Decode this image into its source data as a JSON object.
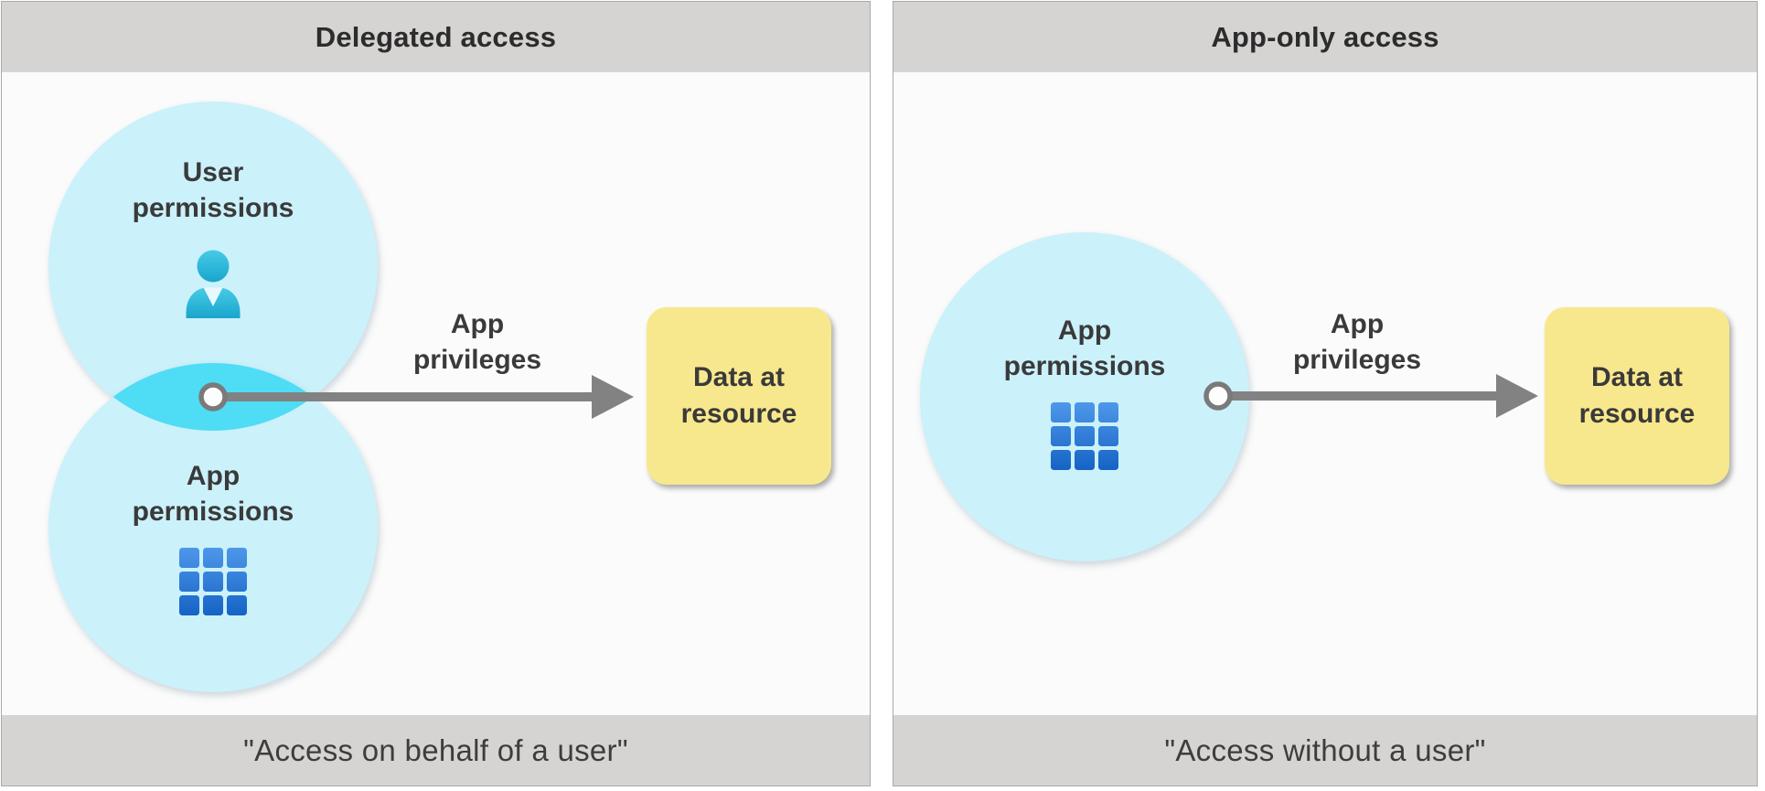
{
  "panels": [
    {
      "title": "Delegated access",
      "caption": "\"Access on behalf of a user\"",
      "circle_user": {
        "line1": "User",
        "line2": "permissions",
        "icon": "user-icon"
      },
      "circle_app": {
        "line1": "App",
        "line2": "permissions",
        "icon": "app-grid-icon"
      },
      "arrow_label": {
        "line1": "App",
        "line2": "privileges"
      },
      "resource_box": {
        "line1": "Data at",
        "line2": "resource"
      }
    },
    {
      "title": "App-only access",
      "caption": "\"Access without a user\"",
      "circle_app": {
        "line1": "App",
        "line2": "permissions",
        "icon": "app-grid-icon"
      },
      "arrow_label": {
        "line1": "App",
        "line2": "privileges"
      },
      "resource_box": {
        "line1": "Data at",
        "line2": "resource"
      }
    }
  ],
  "colors": {
    "panel-border": "#a9a9a9",
    "bar-bg": "#d6d4d2",
    "content-bg": "#fbfbfb",
    "circle-fill": "#cbf1fb",
    "overlap-fill": "#4fdcf5",
    "arrow-gray": "#828282",
    "connector-dot-ring": "#7a7a7a",
    "connector-dot-fill": "#fdfdfd",
    "box-yellow": "#f8e88d",
    "title-text": "#2c2c2c",
    "label-text": "#3a3a3a",
    "caption-text": "#3d3d3d",
    "user-icon-top": "#47cbe7",
    "user-icon-bottom": "#19a5cd",
    "grid-icon-top": "#4e97ea",
    "grid-icon-bottom": "#1563c5"
  }
}
